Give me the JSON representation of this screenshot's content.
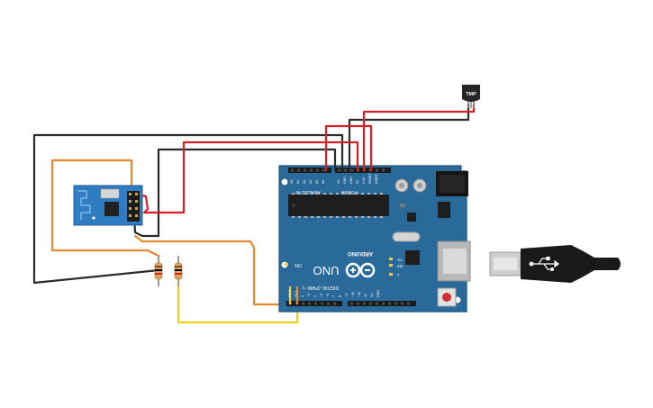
{
  "colors": {
    "board": "#2a6a9a",
    "board_edge": "#1f557e",
    "wire_red": "#d42027",
    "wire_black": "#2b2b2b",
    "wire_orange": "#e48a2b",
    "wire_yellow": "#f0cf1a",
    "esp_board": "#2f7cc1",
    "header": "#1b1b1b",
    "usb_cable": "#1a1a1a"
  },
  "board": {
    "brand": "ARDUINO",
    "model": "UNO",
    "on_label": "ON",
    "tx_label": "TX",
    "rx_label": "RX",
    "l_label": "L",
    "power_label": "POWER",
    "analog_label": "ANALOG IN",
    "digital_label": "DIGITAL (PWM ~)",
    "aref_label": "AREF",
    "power_pins": [
      "IOREF",
      "RESET",
      "3.3V",
      "5V",
      "GND",
      "GND",
      "Vin"
    ],
    "analog_pins": [
      "A0",
      "A1",
      "A2",
      "A3",
      "A4",
      "A5"
    ],
    "digital_pins": [
      "RX 0",
      "TX 1",
      "2",
      "~3",
      "4",
      "~5",
      "~6",
      "7",
      "8",
      "~9",
      "~10",
      "~11",
      "12",
      "13",
      "GND"
    ]
  },
  "sensor": {
    "label": "TMP"
  },
  "icons": {
    "usb": "usb-symbol-icon"
  }
}
